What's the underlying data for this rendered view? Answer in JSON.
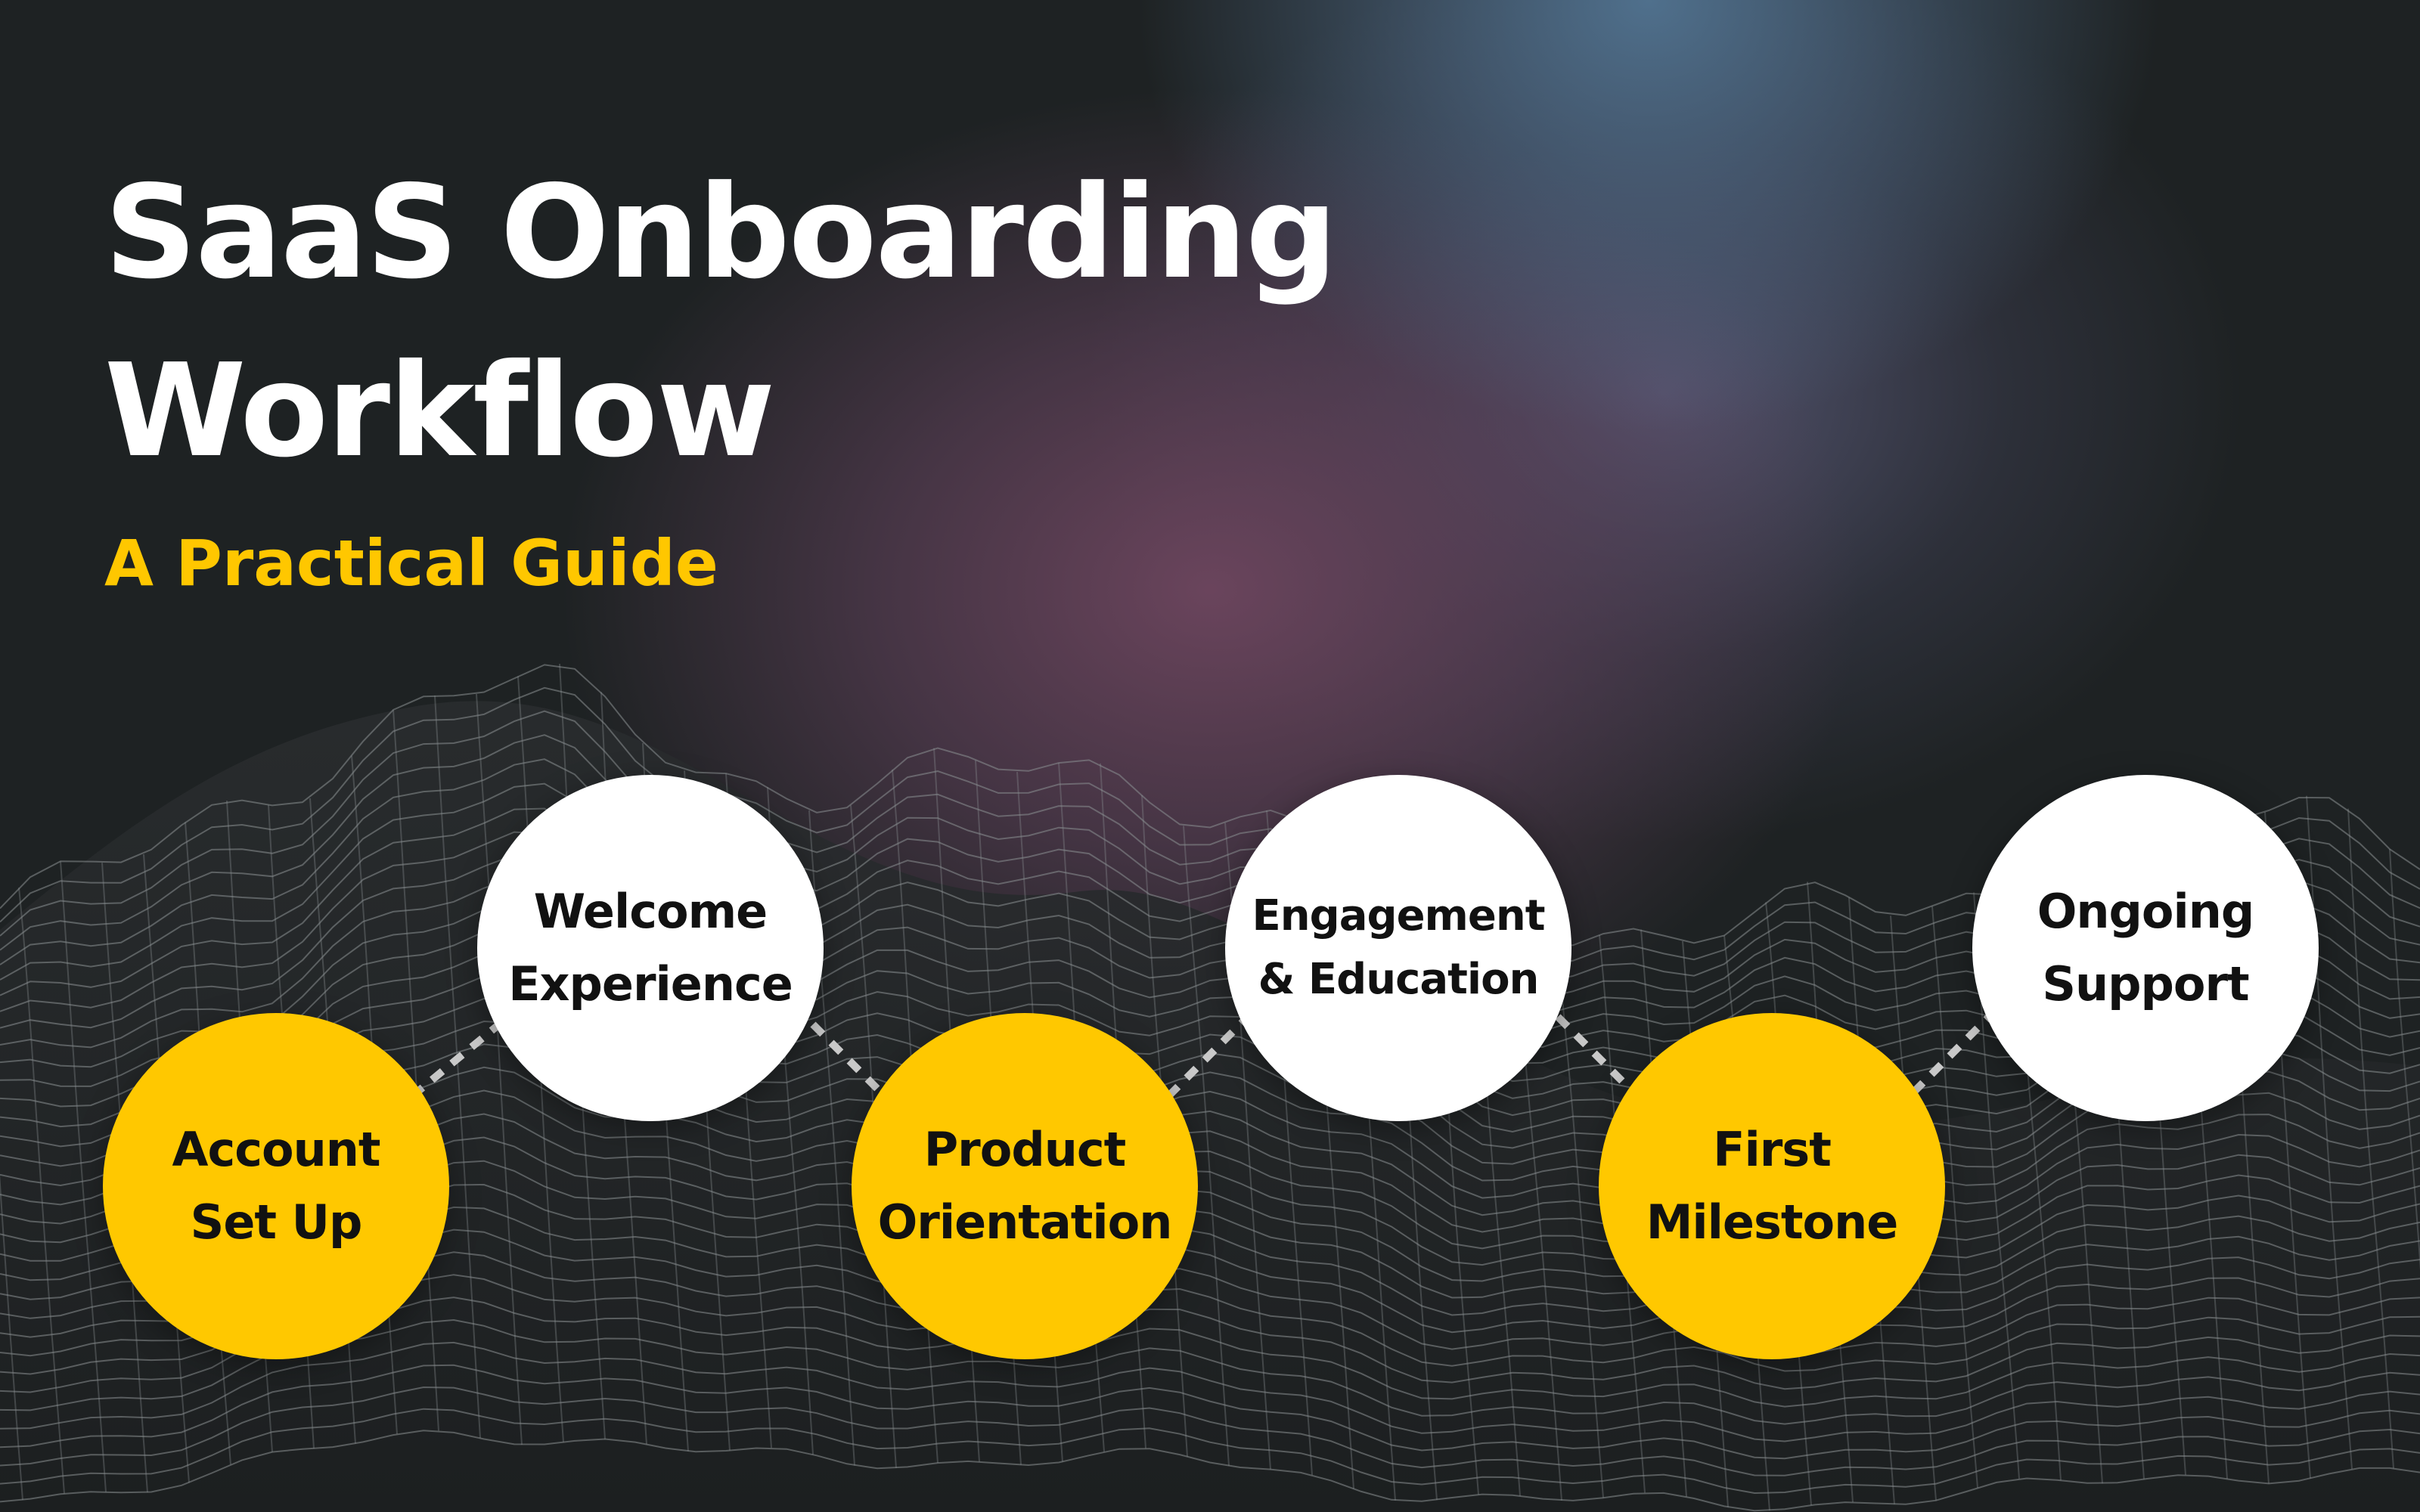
{
  "title_lines": [
    "SaaS Onboarding",
    "Workflow"
  ],
  "subtitle": "A Practical Guide",
  "colors": {
    "background": "#1e2223",
    "yellow": "#ffc800",
    "white": "#ffffff",
    "text_dark": "#111111",
    "connector": "#c9c9c9"
  },
  "steps": [
    {
      "lines": [
        "Account",
        "Set Up"
      ],
      "color": "yellow"
    },
    {
      "lines": [
        "Welcome",
        "Experience"
      ],
      "color": "white"
    },
    {
      "lines": [
        "Product",
        "Orientation"
      ],
      "color": "yellow"
    },
    {
      "lines": [
        "Engagement",
        "& Education"
      ],
      "color": "white"
    },
    {
      "lines": [
        "First",
        "Milestone"
      ],
      "color": "yellow"
    },
    {
      "lines": [
        "Ongoing",
        "Support"
      ],
      "color": "white"
    }
  ]
}
